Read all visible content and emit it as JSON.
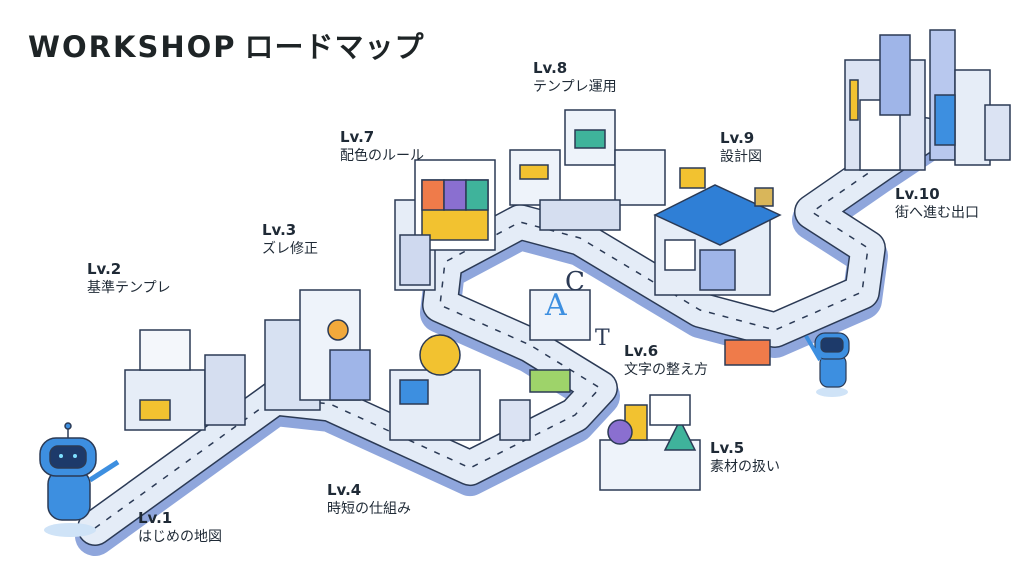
{
  "title": {
    "main": "WORKSHOP",
    "sub": "ロードマップ"
  },
  "levels": [
    {
      "lv": "Lv.1",
      "name": "はじめの地図"
    },
    {
      "lv": "Lv.2",
      "name": "基準テンプレ"
    },
    {
      "lv": "Lv.3",
      "name": "ズレ修正"
    },
    {
      "lv": "Lv.4",
      "name": "時短の仕組み"
    },
    {
      "lv": "Lv.5",
      "name": "素材の扱い"
    },
    {
      "lv": "Lv.6",
      "name": "文字の整え方"
    },
    {
      "lv": "Lv.7",
      "name": "配色のルール"
    },
    {
      "lv": "Lv.8",
      "name": "テンプレ運用"
    },
    {
      "lv": "Lv.9",
      "name": "設計図"
    },
    {
      "lv": "Lv.10",
      "name": "街へ進む出口"
    }
  ],
  "colors": {
    "road": "#dfe8f5",
    "road_side": "#8fa6dc",
    "accent_yellow": "#f2c230",
    "robot": "#3d8fe0",
    "blueprint": "#2f7fd6"
  }
}
